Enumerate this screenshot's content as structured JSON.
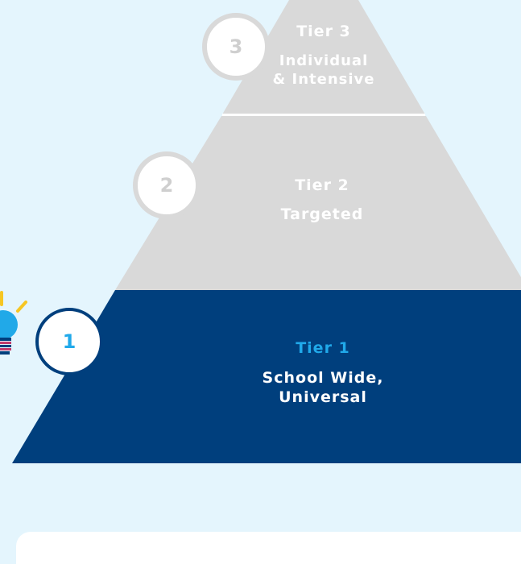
{
  "tiers": [
    {
      "number": "3",
      "title": "Tier 3",
      "line1": "Individual",
      "line2": "& Intensive"
    },
    {
      "number": "2",
      "title": "Tier 2",
      "line1": "Targeted",
      "line2": ""
    },
    {
      "number": "1",
      "title": "Tier 1",
      "line1": "School Wide,",
      "line2": "Universal"
    }
  ],
  "colors": {
    "background": "#e4f5fd",
    "upper_tiers": "#d9d9d9",
    "tier1": "#003f7d",
    "tier1_title": "#20a9ea",
    "text_light": "#ffffff",
    "badge_text_grey": "#cfcfcf",
    "accent_yellow": "#f6c623",
    "bulb_blue": "#21a9e8"
  },
  "icons": [
    "lightbulb-icon"
  ]
}
